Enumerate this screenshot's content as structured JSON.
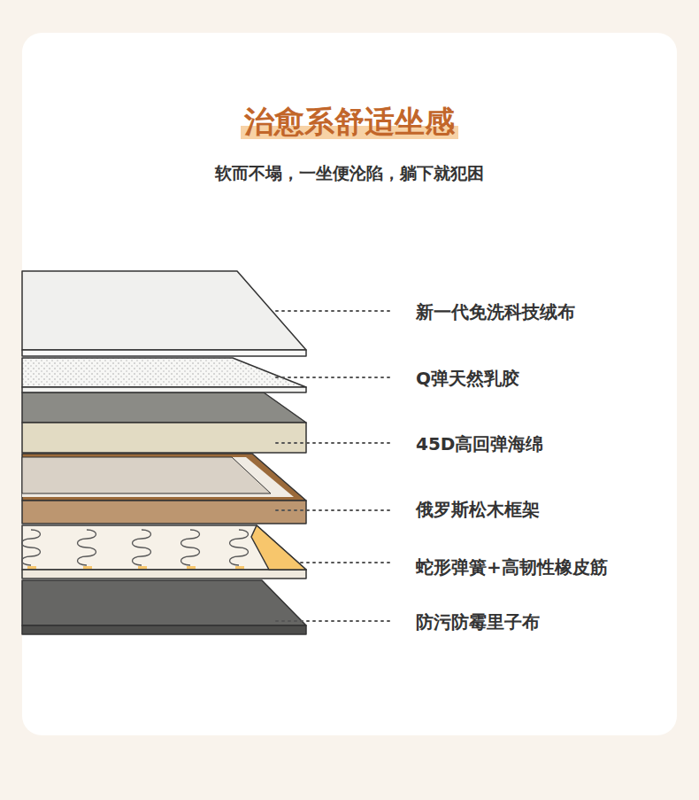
{
  "diagram": {
    "title": "治愈系舒适坐感",
    "labels": [
      "软而不塌，一坐便沦陷，躺下就犯困",
      "新一代免洗科技绒布",
      "Q弹天然乳胶",
      "45D高回弹海绵",
      "俄罗斯松木框架",
      "蛇形弹簧+高韧性橡皮筋",
      "防污防霉里子布"
    ]
  }
}
